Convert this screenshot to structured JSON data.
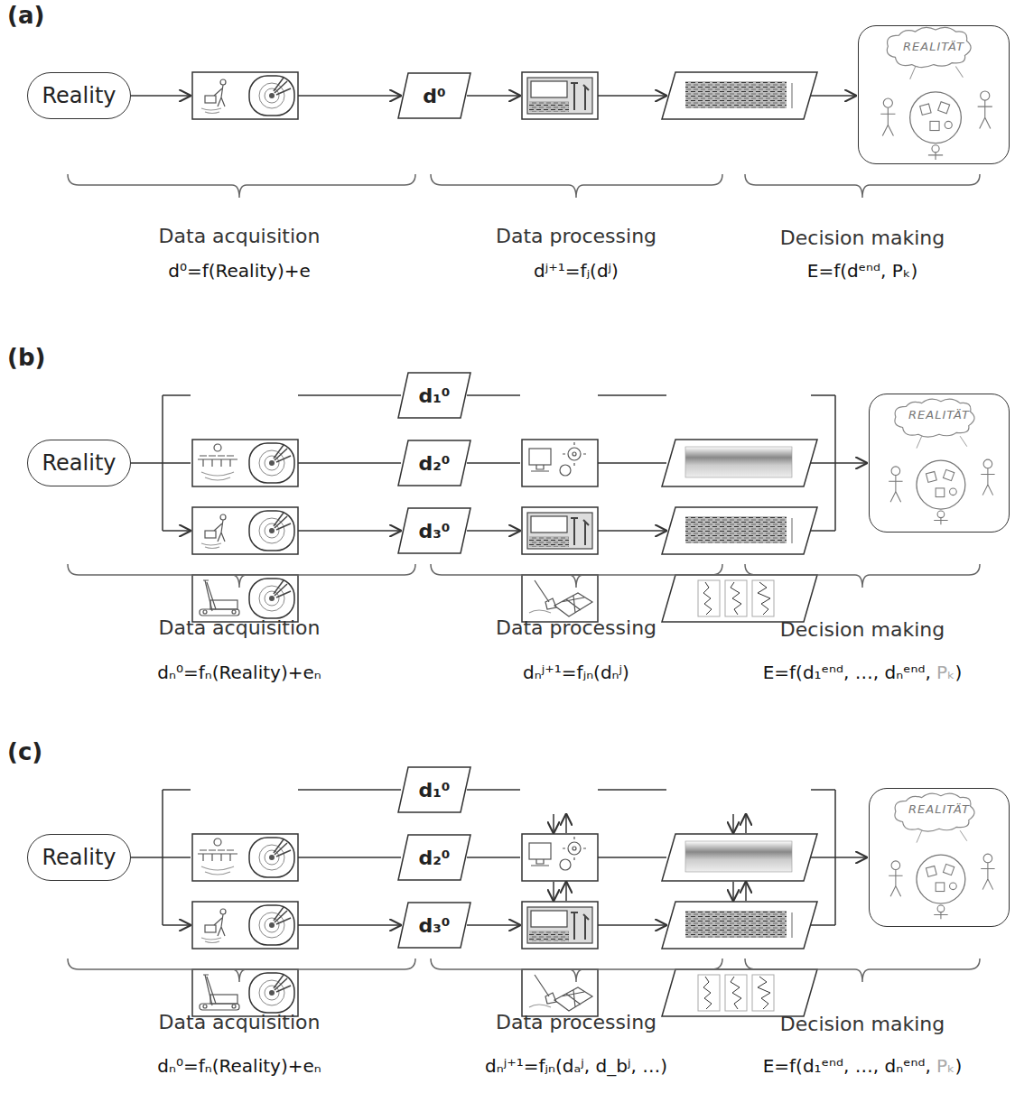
{
  "diagram": {
    "nodes": [
      {
        "text": [
          "Reality"
        ]
      },
      {
        "text": [
          "d⁰"
        ]
      },
      {
        "text": [
          "REALITÄT"
        ]
      },
      {
        "text": [
          "Reality"
        ]
      },
      {
        "text": [
          "d₁⁰"
        ]
      },
      {
        "text": [
          "d₂⁰"
        ]
      },
      {
        "text": [
          "d₃⁰"
        ]
      },
      {
        "text": [
          "REALITÄT"
        ]
      },
      {
        "text": [
          "Reality"
        ]
      },
      {
        "text": [
          "d₁⁰"
        ]
      },
      {
        "text": [
          "d₂⁰"
        ]
      },
      {
        "text": [
          "d₃⁰"
        ]
      },
      {
        "text": [
          "REALITÄT"
        ]
      }
    ],
    "labels": [
      "(a)",
      "Data acquisition",
      "Data processing",
      "Decision making",
      "d⁰=f(Reality)+e",
      "dʲ⁺¹=fⱼ(dʲ)",
      "E=f(dᵉⁿᵈ, Pₖ)",
      "(b)",
      "Data acquisition",
      "Data processing",
      "Decision making",
      "dₙ⁰=fₙ(Reality)+eₙ",
      "dₙʲ⁺¹=fⱼₙ(dₙʲ)",
      "E=f(d₁ᵉⁿᵈ, …, dₙᵉⁿᵈ,",
      "Pₖ",
      ")",
      "(c)",
      "Data acquisition",
      "Data processing",
      "Decision making",
      "dₙ⁰=fₙ(Reality)+eₙ",
      "dₙʲ⁺¹=fⱼₙ(dₐʲ, d_bʲ, …)",
      "E=f(d₁ᵉⁿᵈ, …, dₙᵉⁿᵈ,",
      "Pₖ",
      ")"
    ]
  }
}
